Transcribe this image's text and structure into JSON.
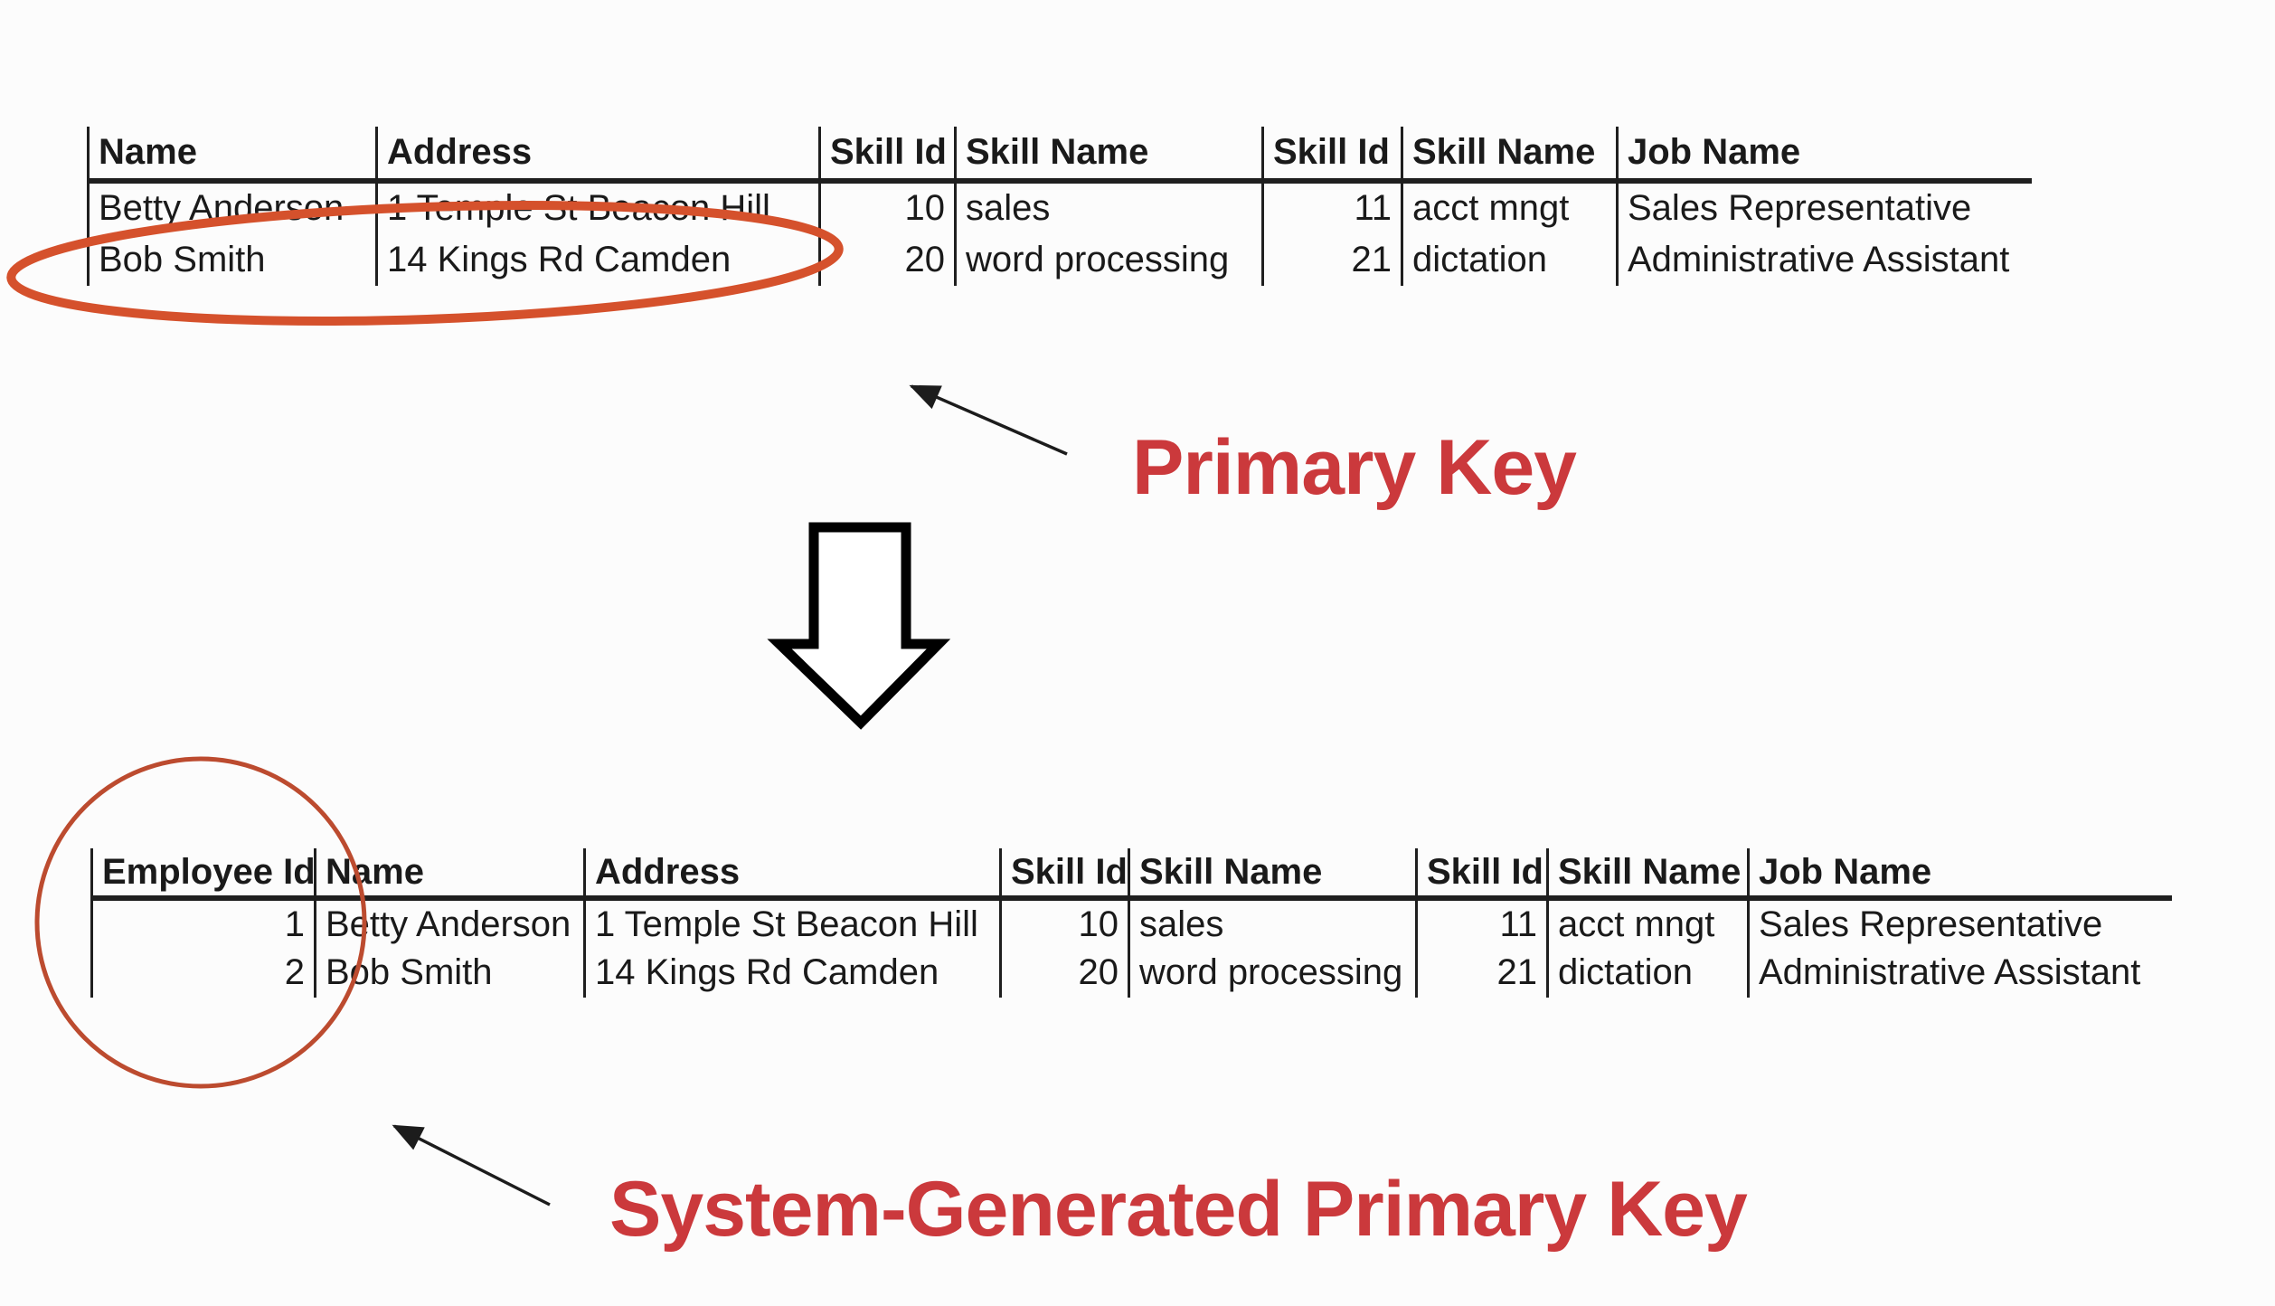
{
  "colors": {
    "accent_red": "#cb393c",
    "ellipse_stroke": "#d5512c",
    "circle_stroke": "#bc4b2f",
    "line_dark": "#1f1f1f"
  },
  "annotations": {
    "primary_key_label": "Primary Key",
    "system_generated_label": "System-Generated Primary Key"
  },
  "top_table": {
    "headers": [
      "Name",
      "Address",
      "Skill Id",
      "Skill Name",
      "Skill Id",
      "Skill Name",
      "Job Name"
    ],
    "rows": [
      [
        "Betty Anderson",
        "1 Temple St Beacon Hill",
        "10",
        "sales",
        "11",
        "acct mngt",
        "Sales Representative"
      ],
      [
        "Bob Smith",
        "14 Kings Rd Camden",
        "20",
        "word processing",
        "21",
        "dictation",
        "Administrative Assistant"
      ]
    ]
  },
  "bottom_table": {
    "headers": [
      "Employee Id",
      "Name",
      "Address",
      "Skill Id",
      "Skill Name",
      "Skill Id",
      "Skill Name",
      "Job Name"
    ],
    "rows": [
      [
        "1",
        "Betty Anderson",
        "1 Temple St Beacon Hill",
        "10",
        "sales",
        "11",
        "acct mngt",
        "Sales Representative"
      ],
      [
        "2",
        "Bob Smith",
        "14 Kings Rd Camden",
        "20",
        "word processing",
        "21",
        "dictation",
        "Administrative Assistant"
      ]
    ]
  }
}
